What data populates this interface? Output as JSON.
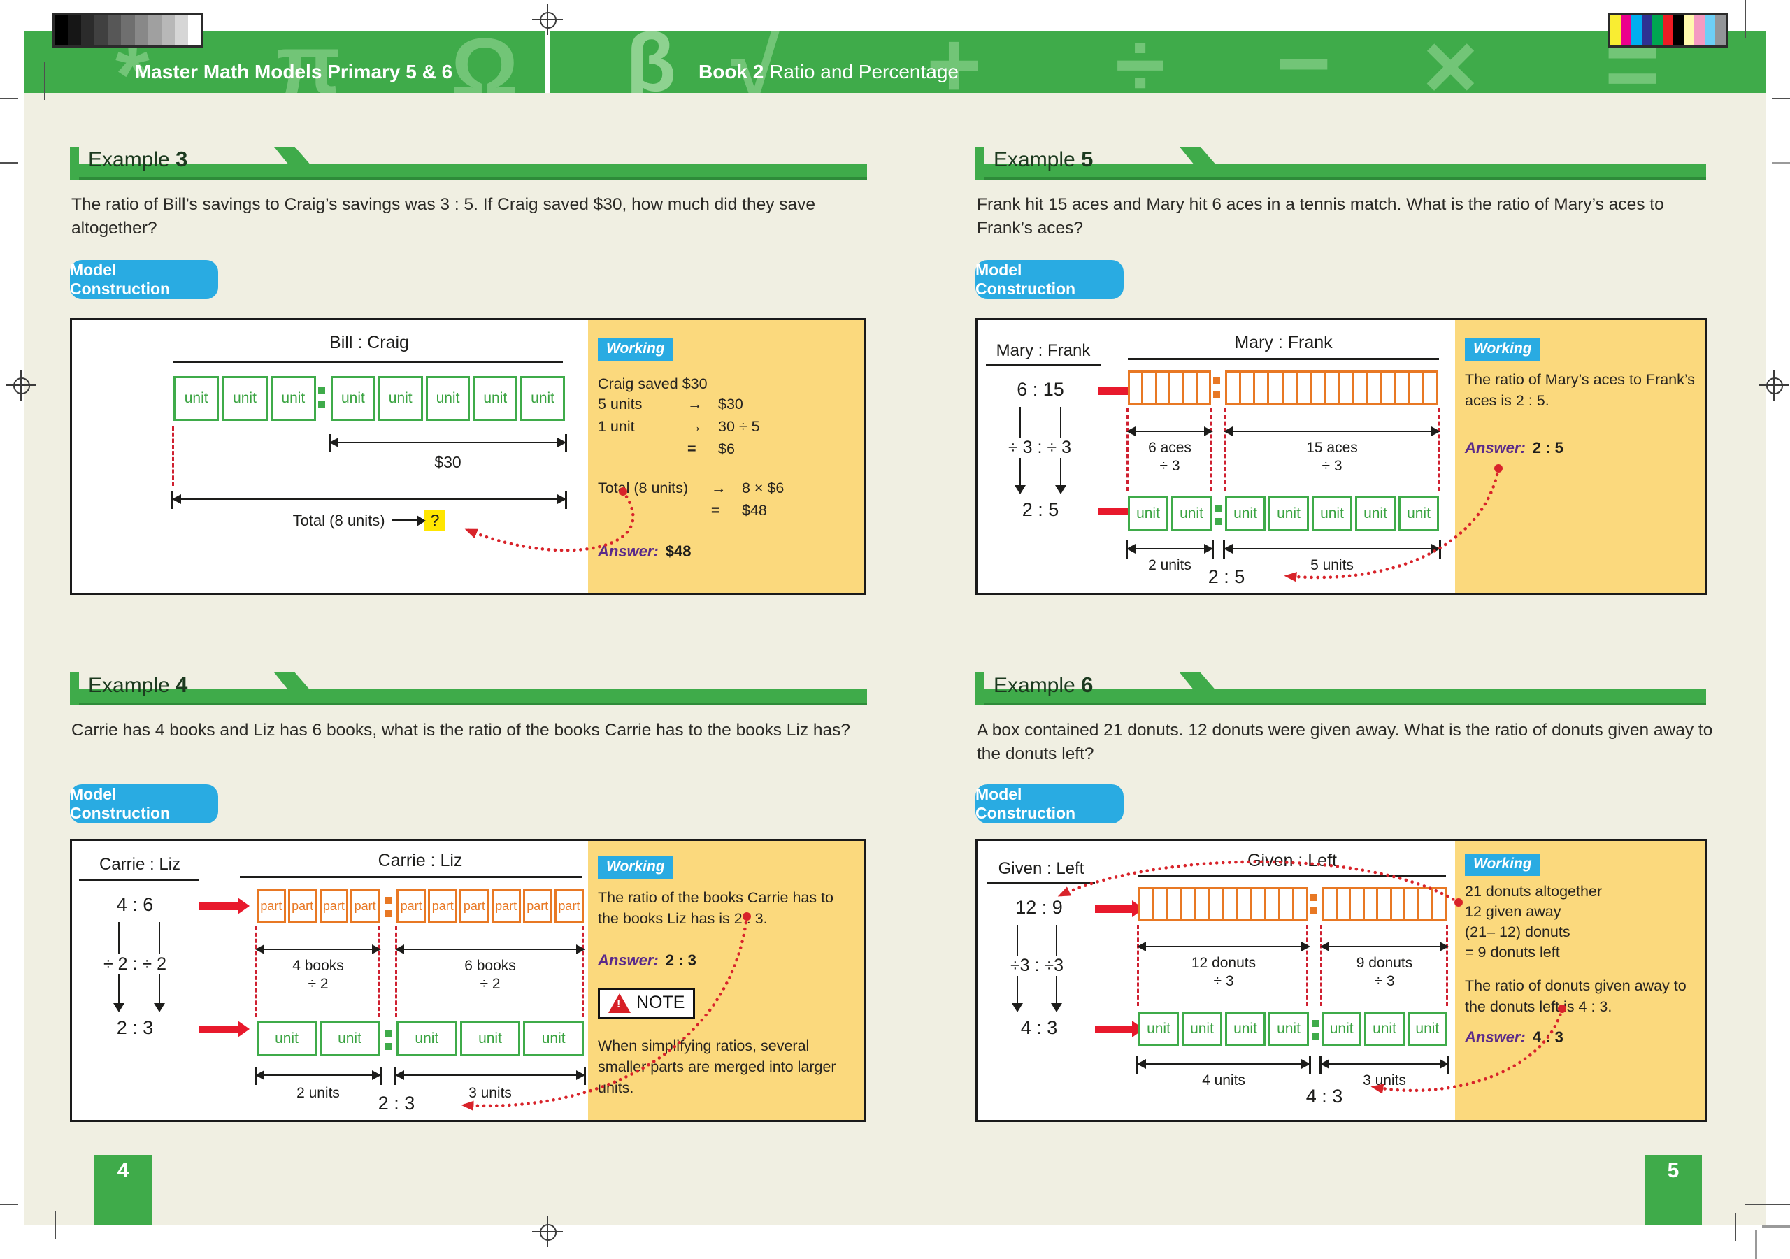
{
  "header": {
    "left_title": "Master Math Models Primary 5 & 6",
    "right_title_bold": "Book 2",
    "right_title_rest": " Ratio and Percentage",
    "watermarks": [
      "*",
      "π",
      "Ω",
      "β",
      "√",
      "+",
      "÷",
      "−",
      "×",
      "="
    ]
  },
  "print": {
    "grayscale_swatches": [
      "#000000",
      "#161616",
      "#2b2b2b",
      "#404040",
      "#575757",
      "#6f6f6f",
      "#888888",
      "#a0a0a0",
      "#b8b8b8",
      "#d6d6d6",
      "#ffffff"
    ],
    "color_swatches": [
      "#f9ed32",
      "#ec008c",
      "#00aeef",
      "#2e3192",
      "#00a651",
      "#ed1c24",
      "#000000",
      "#fff9ae",
      "#f49ac1",
      "#6dcff6",
      "#939598"
    ]
  },
  "pages": {
    "left": {
      "number": "4"
    },
    "right": {
      "number": "5"
    }
  },
  "colors": {
    "band_green": "#3fab4a",
    "button_blue": "#29abe2",
    "working_yellow": "#fbd97d",
    "orange": "#e87824",
    "unit_green": "#3fab4a",
    "red": "#e8192c",
    "answer_purple": "#5b2b8a",
    "highlight_yellow": "#ffe600",
    "page_cream": "#f0efe2"
  },
  "ex3": {
    "label": "Example",
    "number": "3",
    "question": "The ratio of Bill’s savings to Craig’s savings was 3 : 5. If Craig saved $30, how much did they save altogether?",
    "button": "Model Construction",
    "model": {
      "title": "Bill : Craig",
      "unit_label": "unit",
      "left_count": 3,
      "right_count": 5,
      "right_dim_label": "$30",
      "total_label": "Total (8 units)",
      "total_value": "?"
    },
    "working": {
      "label": "Working",
      "intro": "Craig saved $30",
      "rows1": [
        {
          "a": "5 units",
          "op": "→",
          "b": "$30"
        },
        {
          "a": "1 unit",
          "op": "→",
          "b": "30 ÷ 5"
        },
        {
          "a": "",
          "op": "=",
          "b": "$6"
        }
      ],
      "rows2": [
        {
          "a": "Total (8 units)",
          "op": "→",
          "b": "8 × $6"
        },
        {
          "a": "",
          "op": "=",
          "b": "$48"
        }
      ],
      "answer_label": "Answer:",
      "answer": "$48"
    }
  },
  "ex4": {
    "label": "Example",
    "number": "4",
    "question": "Carrie has 4 books and Liz has 6 books, what is the ratio of the books Carrie has to the books Liz has?",
    "button": "Model Construction",
    "model": {
      "ratio_col": {
        "title": "Carrie : Liz",
        "top": "4 : 6",
        "mid": "÷ 2 : ÷ 2",
        "bottom": "2 : 3"
      },
      "title": "Carrie : Liz",
      "part_label": "part",
      "unit_label": "unit",
      "left_parts": 4,
      "right_parts": 6,
      "left_dim": [
        "4 books",
        "÷ 2"
      ],
      "right_dim": [
        "6 books",
        "÷ 2"
      ],
      "left_units": 2,
      "right_units": 3,
      "left_units_label": "2 units",
      "right_units_label": "3 units",
      "result": "2 : 3"
    },
    "working": {
      "label": "Working",
      "para": "The ratio of the books Carrie has to the books Liz has is 2 : 3.",
      "answer_label": "Answer:",
      "answer": "2 : 3",
      "note_icon": "!",
      "note_label": "NOTE",
      "note": "When simplifying ratios, several smaller parts are merged into larger units."
    }
  },
  "ex5": {
    "label": "Example",
    "number": "5",
    "question": "Frank hit 15 aces and Mary hit 6 aces in a tennis match. What is the ratio of Mary’s aces to Frank’s aces?",
    "button": "Model Construction",
    "model": {
      "ratio_col": {
        "title": "Mary : Frank",
        "top": "6 : 15",
        "mid": "÷ 3 : ÷ 3",
        "bottom": "2 : 5"
      },
      "title": "Mary : Frank",
      "left_strips": 6,
      "right_strips": 15,
      "left_dim": [
        "6 aces",
        "÷ 3"
      ],
      "right_dim": [
        "15 aces",
        "÷ 3"
      ],
      "unit_label": "unit",
      "left_units": 2,
      "right_units": 5,
      "left_units_label": "2 units",
      "right_units_label": "5 units",
      "result": "2 : 5"
    },
    "working": {
      "label": "Working",
      "para": "The ratio of Mary’s aces to Frank’s aces is 2 : 5.",
      "answer_label": "Answer:",
      "answer": "2 : 5"
    }
  },
  "ex6": {
    "label": "Example",
    "number": "6",
    "question": "A box contained 21 donuts. 12 donuts were given away. What is the ratio of donuts given away to the donuts left?",
    "button": "Model Construction",
    "model": {
      "ratio_col": {
        "title": "Given : Left",
        "top": "12 : 9",
        "mid": "÷3 : ÷3",
        "bottom": "4 : 3"
      },
      "title": "Given : Left",
      "left_strips": 12,
      "right_strips": 9,
      "left_dim": [
        "12 donuts",
        "÷ 3"
      ],
      "right_dim": [
        "9 donuts",
        "÷ 3"
      ],
      "unit_label": "unit",
      "left_units": 4,
      "right_units": 3,
      "left_units_label": "4 units",
      "right_units_label": "3 units",
      "result": "4 : 3"
    },
    "working": {
      "label": "Working",
      "lines": [
        "21 donuts altogether",
        "12 given away",
        "(21– 12) donuts",
        "= 9 donuts left"
      ],
      "para": "The ratio of donuts given away to the donuts left is 4 : 3.",
      "answer_label": "Answer:",
      "answer": "4 : 3"
    }
  }
}
